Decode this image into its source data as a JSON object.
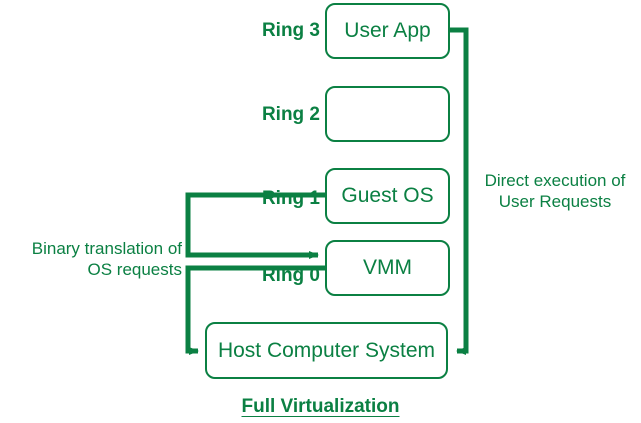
{
  "diagram": {
    "title": "Full Virtualization",
    "accent_color": "#0b8043",
    "background_color": "#ffffff",
    "boxes": [
      {
        "id": "user-app",
        "label": "User App",
        "ring": "Ring 3"
      },
      {
        "id": "ring2-empty",
        "label": "",
        "ring": "Ring 2"
      },
      {
        "id": "guest-os",
        "label": "Guest OS",
        "ring": "Ring 1"
      },
      {
        "id": "vmm",
        "label": "VMM",
        "ring": "Ring 0"
      },
      {
        "id": "host",
        "label": "Host Computer System",
        "ring": ""
      }
    ],
    "ring_labels": [
      {
        "id": "ring-3",
        "text": "Ring 3"
      },
      {
        "id": "ring-2",
        "text": "Ring 2"
      },
      {
        "id": "ring-1",
        "text": "Ring 1"
      },
      {
        "id": "ring-0",
        "text": "Ring 0"
      }
    ],
    "annotations": [
      {
        "id": "binary-translation",
        "text": "Binary translation of\nOS requests",
        "from": "guest-os",
        "to": "vmm"
      },
      {
        "id": "direct-execution",
        "text": "Direct execution of\nUser Requests",
        "from": "user-app",
        "to": "host"
      }
    ],
    "connectors": [
      {
        "id": "user-app-to-host",
        "label": "Direct execution of User Requests",
        "arrow": "to-host"
      },
      {
        "id": "guest-os-to-vmm",
        "label": "Binary translation of OS requests",
        "arrow": "to-vmm"
      },
      {
        "id": "vmm-to-host",
        "label": "Binary translation of OS requests",
        "arrow": "to-host"
      }
    ]
  }
}
